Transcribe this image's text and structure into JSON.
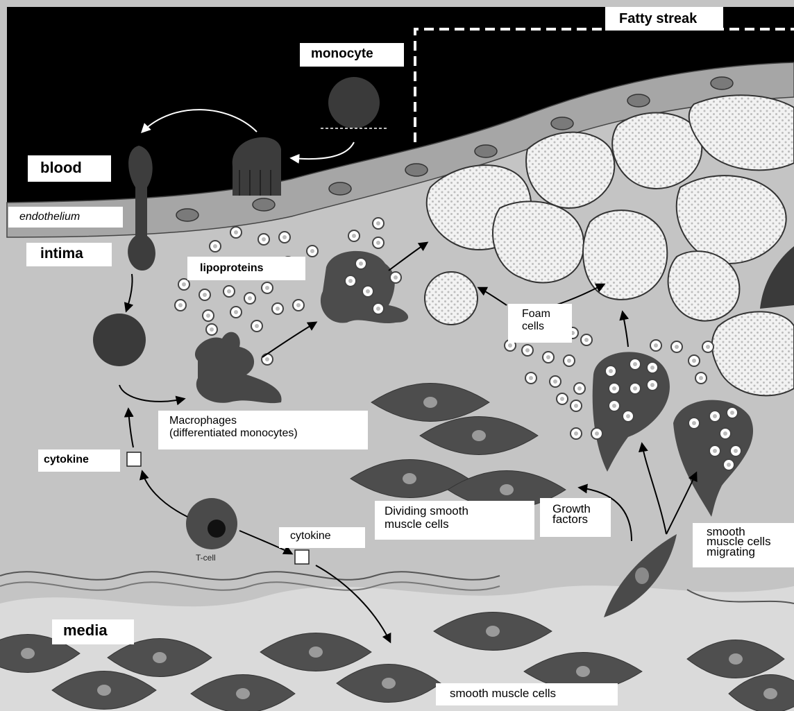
{
  "labels": {
    "fatty_streak": "Fatty streak",
    "monocyte": "monocyte",
    "blood": "blood",
    "endothelium": "endothelium",
    "intima": "intima",
    "lipoproteins": "lipoproteins",
    "foam_cells": "Foam\ncells",
    "macrophages": "Macrophages\n(differentiated  monocytes)",
    "cytokine_left": "cytokine",
    "cytokine_bottom": "cytokine",
    "t_cell": "T-cell",
    "dividing_smc": "Dividing smooth\nmuscle cells",
    "growth_factors": "Growth\nfactors",
    "smc_migrating": "smooth\nmuscle cells\nmigrating",
    "media": "media",
    "smooth_muscle_cells": "smooth  muscle cells"
  },
  "colors": {
    "blood": "#000000",
    "intima": "#b9b9b9",
    "media": "#cfcfcf",
    "endothelial_cell": "#9a9a9a",
    "smooth_muscle_cell": "#4f4f4f",
    "macrophage": "#4a4a4a",
    "foam_cell": "#ececec",
    "lipoprotein": "#ffffff"
  }
}
